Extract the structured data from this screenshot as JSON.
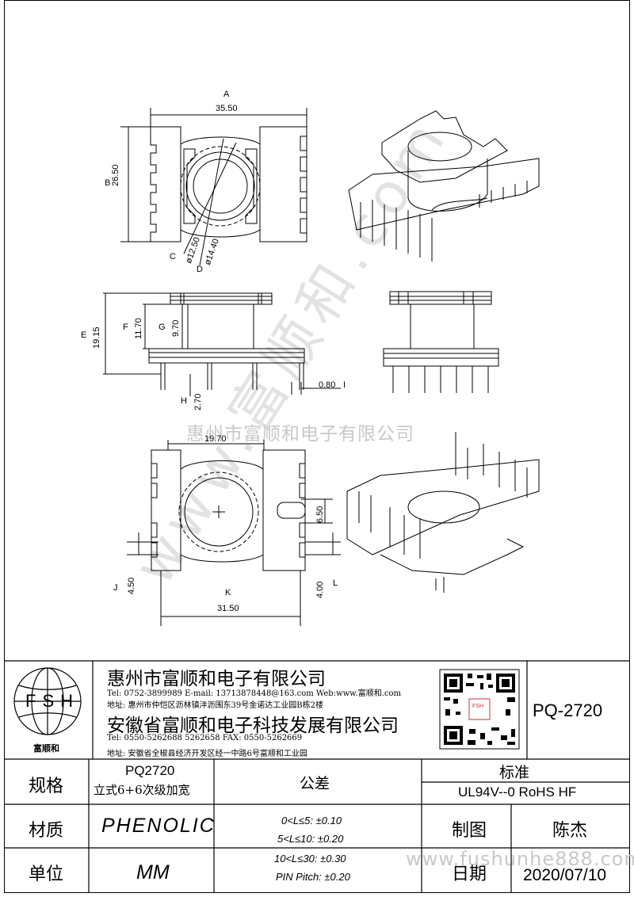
{
  "dimensions": {
    "A": {
      "tag": "A",
      "value": "35.50"
    },
    "B": {
      "tag": "B",
      "value": "26.50"
    },
    "C": {
      "tag": "C",
      "value": "ø12.50"
    },
    "D": {
      "tag": "D",
      "value": "ø14.40"
    },
    "E": {
      "tag": "E",
      "value": "19.15"
    },
    "F": {
      "tag": "F",
      "value": "11.70"
    },
    "G": {
      "tag": "G",
      "value": "9.70"
    },
    "H": {
      "tag": "H",
      "value": "2.70"
    },
    "I": {
      "tag": "I",
      "value": "0.80"
    },
    "J": {
      "tag": "J",
      "value": "4.50"
    },
    "K": {
      "tag": "K",
      "value": "31.50"
    },
    "L": {
      "tag": "L",
      "value": "4.00"
    },
    "top": "19.70",
    "pin_pitch": "6.50"
  },
  "watermarks": {
    "center": "惠州市富顺和电子有限公司",
    "diagonal": "www.富顺和.com",
    "bottom": "www.fushunhe888.com"
  },
  "title_block": {
    "logo_text": "FSH",
    "logo_caption": "富顺和",
    "company1": "惠州市富顺和电子有限公司",
    "company1_contact": "Tel:  0752-3899989  E-mail: 13713878448@163.com  Web:www.富顺和.com",
    "company1_address": "地址: 惠州市仲恺区沥林镇泮沥围东39号金诺达工业园B栋2楼",
    "company2": "安徽省富顺和电子科技发展有限公司",
    "company2_contact": "Tel:  0550-5262688  5262658      FAX:  0550-5262669",
    "company2_address": "地址: 安徽省全椒县经济开发区经一中路6号富顺和工业园",
    "qr_center": "FSH",
    "part_number": "PQ-2720",
    "spec_label": "规格",
    "spec_value_1": "PQ2720",
    "spec_value_2": "立式6+6次级加宽",
    "tolerance_label": "公差",
    "standard_label": "标准",
    "standard_value": "UL94V--0  RoHS HF",
    "material_label": "材质",
    "material_value": "PHENOLIC",
    "tolerances": [
      "0<L≤5: ±0.10",
      "5<L≤10: ±0.20",
      "10<L≤30: ±0.30",
      "PIN Pitch: ±0.20"
    ],
    "drawer_label": "制图",
    "drawer_value": "陈杰",
    "unit_label": "单位",
    "unit_value": "MM",
    "date_label": "日期",
    "date_value": "2020/07/10"
  }
}
